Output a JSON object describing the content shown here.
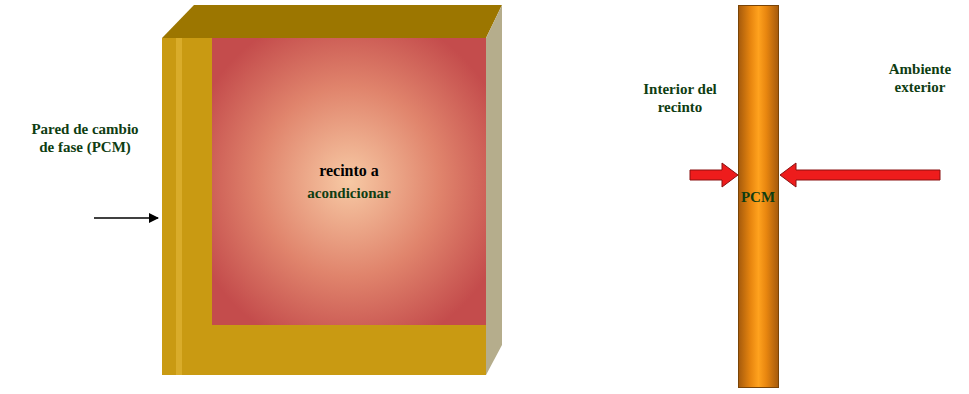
{
  "diagram": {
    "nodes": [
      {
        "text": [
          "recinto a",
          "acondicionar"
        ]
      },
      {
        "text": [
          "PCM"
        ]
      }
    ],
    "labels": [
      "Pared de cambio de fase (PCM)",
      "Interior del recinto",
      "Ambiente exterior"
    ]
  }
}
